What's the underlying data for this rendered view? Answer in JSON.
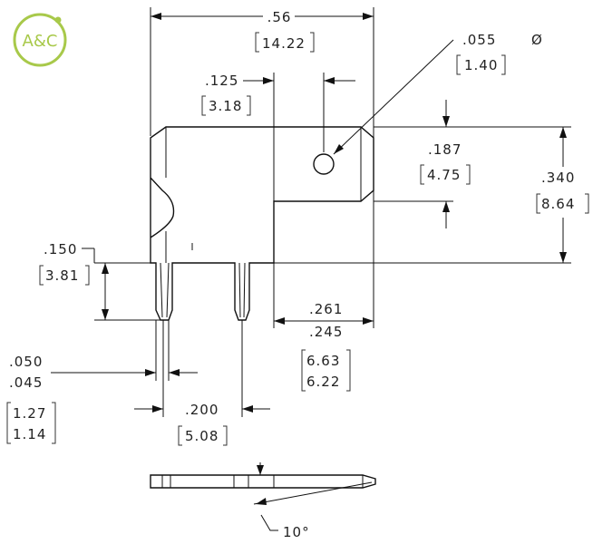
{
  "logo": {
    "text": "A&C",
    "color": "#a8c94a"
  },
  "dimensions": {
    "overall_width_in": ".56",
    "overall_width_mm": "14.22",
    "hole_dia_in": ".055",
    "hole_dia_symbol": "Ø",
    "hole_dia_mm": "1.40",
    "hole_offset_in": ".125",
    "hole_offset_mm": "3.18",
    "tab_height_in": ".187",
    "tab_height_mm": "4.75",
    "body_height_in": ".340",
    "body_height_mm": "8.64",
    "pin_length_in": ".150",
    "pin_length_mm": "3.81",
    "tab_width_max_in": ".261",
    "tab_width_min_in": ".245",
    "tab_width_max_mm": "6.63",
    "tab_width_min_mm": "6.22",
    "pin_width_max_in": ".050",
    "pin_width_min_in": ".045",
    "pin_width_max_mm": "1.27",
    "pin_width_min_mm": "1.14",
    "pin_pitch_in": ".200",
    "pin_pitch_mm": "5.08",
    "chamfer_angle": "10°"
  }
}
